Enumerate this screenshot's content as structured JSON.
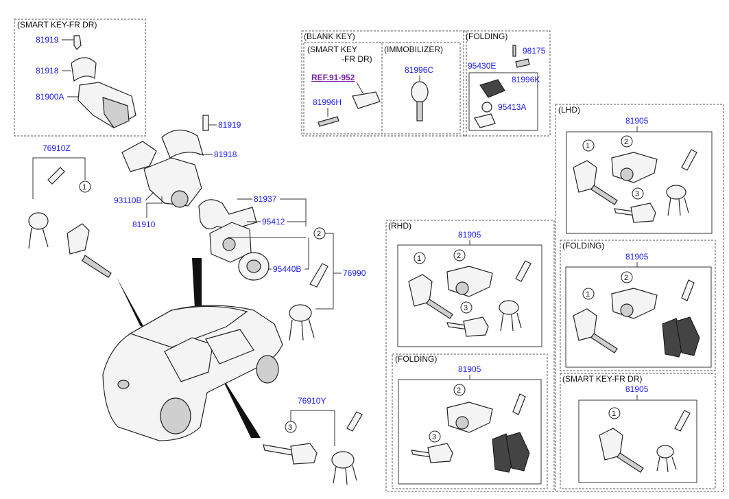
{
  "boxes": {
    "smart_key_fr_dr_top": "(SMART KEY-FR DR)",
    "blank_key": "(BLANK KEY)",
    "smart_key_line1": "(SMART KEY",
    "smart_key_line2": "-FR DR)",
    "immobilizer": "(IMMOBILIZER)",
    "folding_top": "(FOLDING)",
    "lhd": "(LHD)",
    "rhd": "(RHD)",
    "rhd_folding": "(FOLDING)",
    "lhd_folding": "(FOLDING)",
    "lhd_smart_key": "(SMART KEY-FR DR)"
  },
  "parts": {
    "p81919_a": "81919",
    "p81918_a": "81918",
    "p81900A": "81900A",
    "p76910Z": "76910Z",
    "p81919_b": "81919",
    "p81918_b": "81918",
    "p93110B": "93110B",
    "p81910": "81910",
    "p81937": "81937",
    "p95412": "95412",
    "p95440B": "95440B",
    "p76990": "76990",
    "p76910Y": "76910Y",
    "ref91952": "REF.91-952",
    "p81996H": "81996H",
    "p81996C": "81996C",
    "p98175": "98175",
    "p95430E": "95430E",
    "p81996K": "81996K",
    "p95413A": "95413A",
    "p81905_lhd": "81905",
    "p81905_rhd": "81905",
    "p81905_rhd_fold": "81905",
    "p81905_lhd_fold": "81905",
    "p81905_lhd_sk": "81905"
  },
  "callouts": {
    "c1": "1",
    "c2": "2",
    "c3": "3"
  }
}
